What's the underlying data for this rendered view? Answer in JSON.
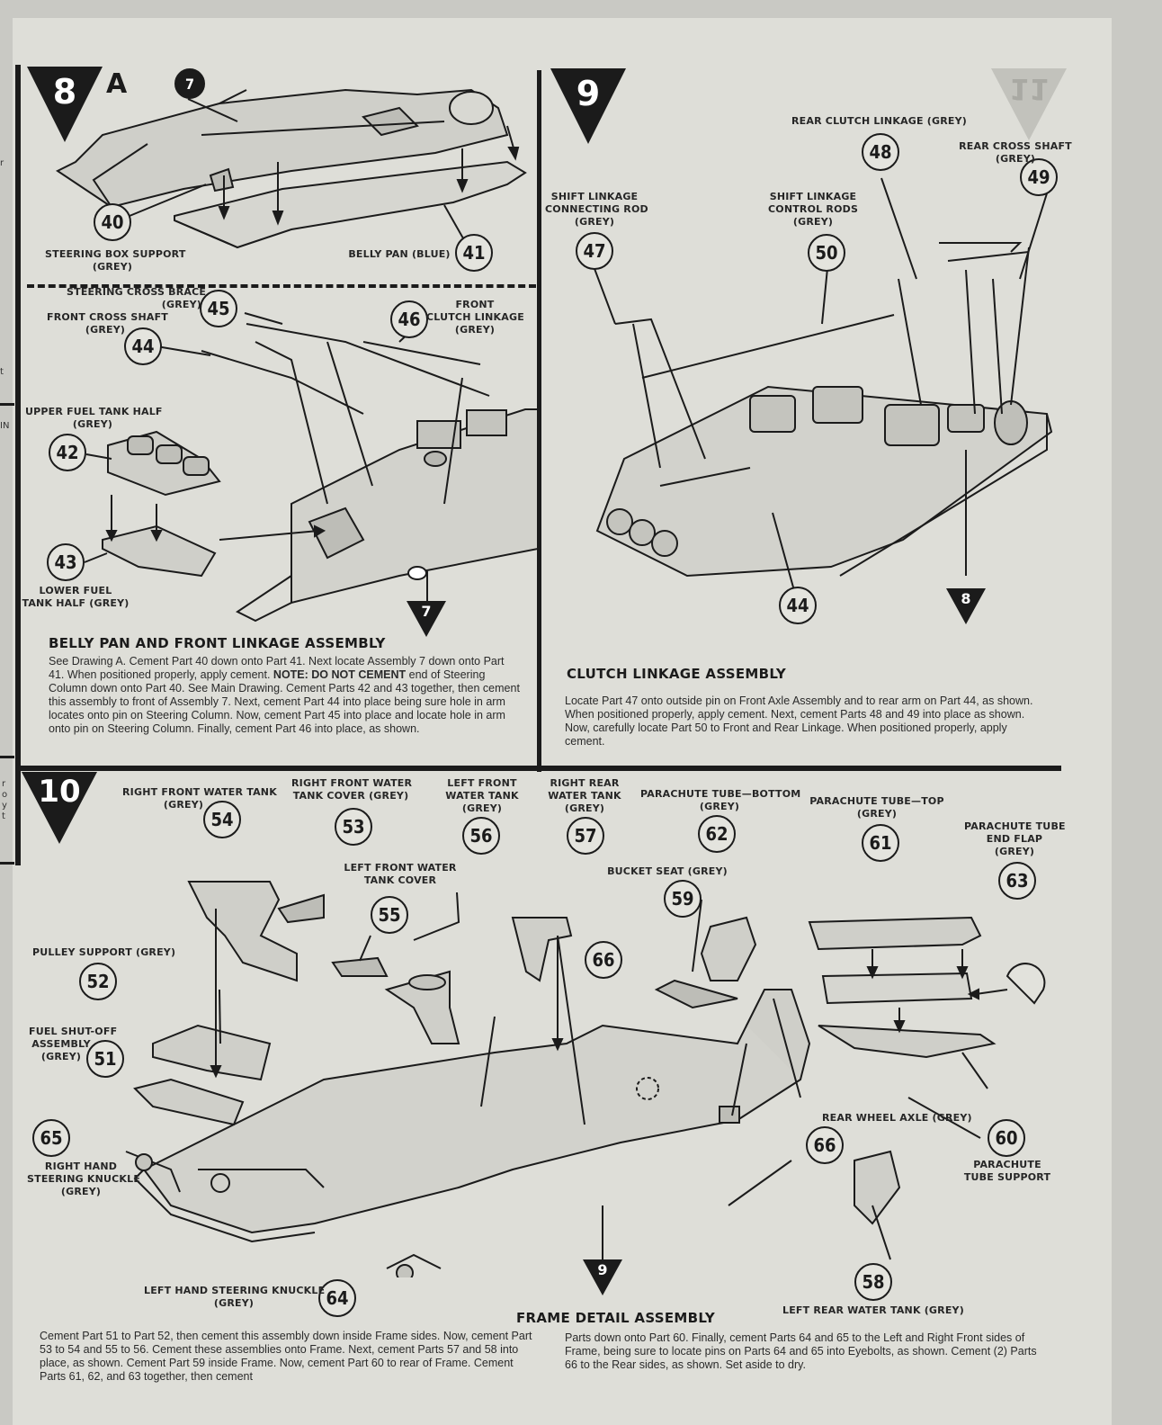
{
  "steps": {
    "step8": "8",
    "step8_sub": "A",
    "step9": "9",
    "step10": "10",
    "step11": "11"
  },
  "section8": {
    "parts": {
      "p7": "7",
      "p40": "40",
      "p41": "41",
      "p42": "42",
      "p43": "43",
      "p44": "44",
      "p45": "45",
      "p46": "46"
    },
    "labels": {
      "steering_box_support": "STEERING BOX SUPPORT\n(GREY)",
      "belly_pan": "BELLY PAN (BLUE)",
      "steering_cross_brace": "STEERING CROSS BRACE\n(GREY)",
      "front_cross_shaft": "FRONT CROSS SHAFT\n(GREY)",
      "front_clutch_linkage": "FRONT\nCLUTCH LINKAGE\n(GREY)",
      "upper_fuel_tank_half": "UPPER FUEL TANK HALF\n(GREY)",
      "lower_fuel_tank_half": "LOWER FUEL\nTANK HALF (GREY)"
    },
    "next_step": "7",
    "heading": "BELLY PAN AND FRONT LINKAGE ASSEMBLY",
    "text_1": "See Drawing A. Cement Part 40 down onto Part 41. Next locate Assembly 7 down onto Part 41. When positioned properly, apply cement. ",
    "text_note": "NOTE: DO NOT CEMENT",
    "text_2": " end of Steering Column down onto Part 40. See Main Drawing. Cement Parts 42 and 43 together, then cement this assembly to front of Assembly 7. Next, cement Part 44 into place being sure hole in arm locates onto pin on Steering Column. Now, cement Part 45 into place and locate hole in arm onto pin on Steering Column. Finally, cement Part 46 into place, as shown."
  },
  "section9": {
    "parts": {
      "p44": "44",
      "p47": "47",
      "p48": "48",
      "p49": "49",
      "p50": "50"
    },
    "labels": {
      "rear_clutch_linkage": "REAR CLUTCH LINKAGE (GREY)",
      "rear_cross_shaft": "REAR CROSS SHAFT\n(GREY)",
      "shift_linkage_connecting_rod": "SHIFT LINKAGE\nCONNECTING ROD\n(GREY)",
      "shift_linkage_control_rods": "SHIFT LINKAGE\nCONTROL RODS\n(GREY)"
    },
    "next_step": "8",
    "heading": "CLUTCH LINKAGE ASSEMBLY",
    "text": "Locate Part 47 onto outside pin on Front Axle Assembly and to rear arm on Part 44, as shown. When positioned properly, apply cement. Next, cement Parts 48 and 49 into place as shown. Now, carefully locate Part 50 to Front and Rear Linkage. When positioned properly, apply cement."
  },
  "section10": {
    "parts": {
      "p51": "51",
      "p52": "52",
      "p53": "53",
      "p54": "54",
      "p55": "55",
      "p56": "56",
      "p57": "57",
      "p58": "58",
      "p59": "59",
      "p60": "60",
      "p61": "61",
      "p62": "62",
      "p63": "63",
      "p64": "64",
      "p65": "65",
      "p66a": "66",
      "p66b": "66"
    },
    "labels": {
      "right_front_water_tank": "RIGHT FRONT WATER TANK\n(GREY)",
      "right_front_water_tank_cover": "RIGHT FRONT WATER\nTANK COVER (GREY)",
      "left_front_water_tank": "LEFT FRONT\nWATER TANK\n(GREY)",
      "right_rear_water_tank": "RIGHT REAR\nWATER TANK\n(GREY)",
      "parachute_tube_bottom": "PARACHUTE TUBE—BOTTOM\n(GREY)",
      "parachute_tube_top": "PARACHUTE TUBE—TOP\n(GREY)",
      "parachute_tube_end_flap": "PARACHUTE TUBE\nEND FLAP\n(GREY)",
      "left_front_water_tank_cover": "LEFT FRONT WATER\nTANK COVER",
      "bucket_seat": "BUCKET SEAT (GREY)",
      "pulley_support": "PULLEY SUPPORT (GREY)",
      "fuel_shutoff_assembly": "FUEL SHUT-OFF\nASSEMBLY\n(GREY)",
      "right_hand_steering_knuckle": "RIGHT HAND\nSTEERING KNUCKLE\n(GREY)",
      "rear_wheel_axle": "REAR WHEEL AXLE (GREY)",
      "parachute_tube_support": "PARACHUTE\nTUBE SUPPORT",
      "left_hand_steering_knuckle": "LEFT HAND STEERING KNUCKLE\n(GREY)",
      "left_rear_water_tank": "LEFT REAR WATER TANK (GREY)"
    },
    "next_step": "9",
    "heading": "FRAME DETAIL ASSEMBLY",
    "text_left": "Cement Part 51 to Part 52, then cement this assembly down inside Frame sides. Now, cement Part 53 to 54 and 55 to 56. Cement these assemblies onto Frame. Next, cement Parts 57 and 58 into place, as shown. Cement Part 59 inside Frame. Now, cement Part 60 to rear of Frame. Cement Parts 61, 62, and 63 together, then cement",
    "text_right": "Parts down onto Part 60. Finally, cement Parts 64 and 65 to the Left and Right Front sides of Frame, being sure to locate pins on Parts 64 and 65 into Eyebolts, as shown. Cement (2) Parts 66 to the Rear sides, as shown. Set aside to dry."
  },
  "left_edge": {
    "e1": "r",
    "e2": "t",
    "e3": "IN",
    "e4": "r\no\ny\nt"
  }
}
